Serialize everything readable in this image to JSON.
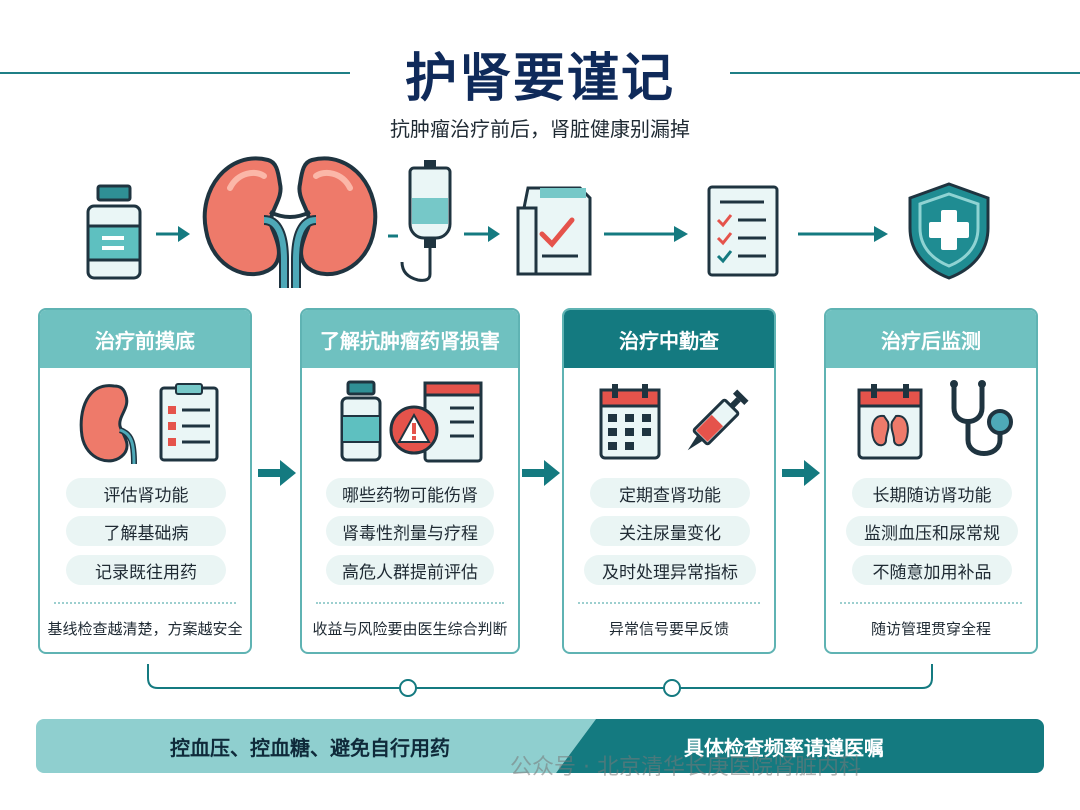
{
  "header": {
    "title": "护肾要谨记",
    "subtitle": "抗肿瘤治疗前后，肾脏健康别漏掉"
  },
  "flow_icons": [
    "medicine-bottle-icon",
    "kidney-icon",
    "iv-drip-icon",
    "checked-document-icon",
    "checklist-icon",
    "shield-cross-icon"
  ],
  "cards": [
    {
      "title": "治疗前摸底",
      "icons": [
        "kidney-icon",
        "clipboard-icon"
      ],
      "items": [
        "评估肾功能",
        "了解基础病",
        "记录既往用药"
      ],
      "note": "基线检查越清楚，方案越安全"
    },
    {
      "title": "了解抗肿瘤药肾损害",
      "icons": [
        "medicine-bottle-icon",
        "warning-icon",
        "document-icon"
      ],
      "items": [
        "哪些药物可能伤肾",
        "肾毒性剂量与疗程",
        "高危人群提前评估"
      ],
      "note": "收益与风险要由医生综合判断"
    },
    {
      "title": "治疗中勤查",
      "icons": [
        "calendar-icon",
        "syringe-icon"
      ],
      "items": [
        "定期查肾功能",
        "关注尿量变化",
        "及时处理异常指标"
      ],
      "note": "异常信号要早反馈"
    },
    {
      "title": "治疗后监测",
      "icons": [
        "kidney-calendar-icon",
        "stethoscope-icon"
      ],
      "items": [
        "长期随访肾功能",
        "监测血压和尿常规",
        "不随意加用补品"
      ],
      "note": "随访管理贯穿全程"
    }
  ],
  "banner": {
    "left": "控血压、控血糖、避免自行用药",
    "right": "具体检查频率请遵医嘱"
  },
  "watermark": "公众号 · 北京清华长庚医院肾脏内科",
  "colors": {
    "title_navy": "#0f2a5a",
    "teal_dark": "#147a80",
    "teal_light": "#6fc1c0",
    "kidney": "#ee7a6a",
    "alert_red": "#e5534b"
  }
}
